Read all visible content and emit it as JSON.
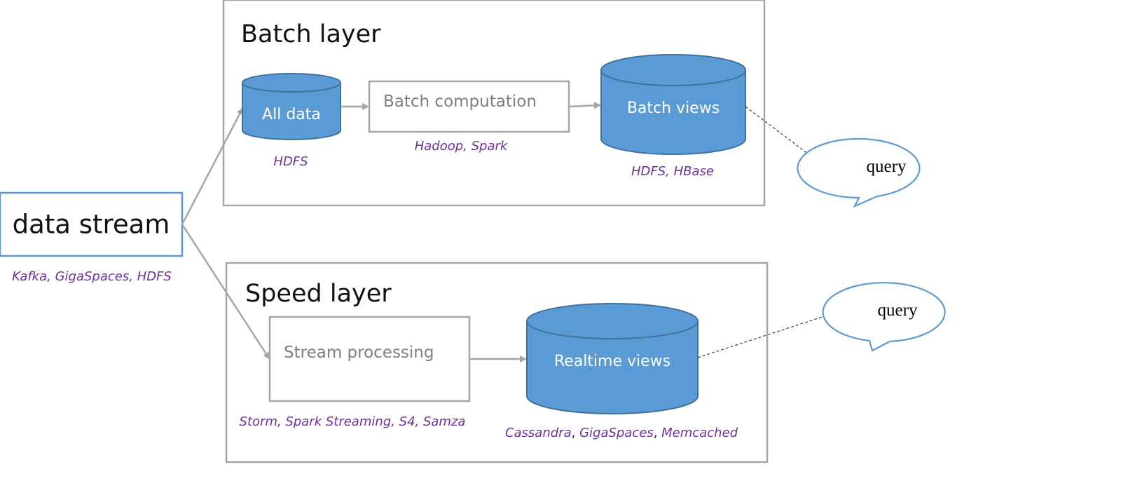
{
  "colors": {
    "cylinder_fill": "#5b9bd5",
    "cylinder_stroke": "#41719c",
    "frame_gray": "#a6a6a6",
    "tech_purple": "#7030a0",
    "source_border": "#5b9bd5"
  },
  "source": {
    "label": "data stream",
    "tech": "Kafka, GigaSpaces, HDFS"
  },
  "batch_layer": {
    "title": "Batch layer",
    "all_data": {
      "label": "All data",
      "tech": "HDFS"
    },
    "computation": {
      "label": "Batch computation",
      "tech": "Hadoop, Spark"
    },
    "views": {
      "label": "Batch views",
      "tech": "HDFS, HBase"
    },
    "query": "query"
  },
  "speed_layer": {
    "title": "Speed layer",
    "processing": {
      "label": "Stream processing",
      "tech": "Storm, Spark Streaming, S4, Samza"
    },
    "views": {
      "label": "Realtime views",
      "tech_parts": [
        "Cassandra",
        ", ",
        "GigaSpaces",
        ", ",
        "Memcached"
      ]
    },
    "query": "query"
  }
}
